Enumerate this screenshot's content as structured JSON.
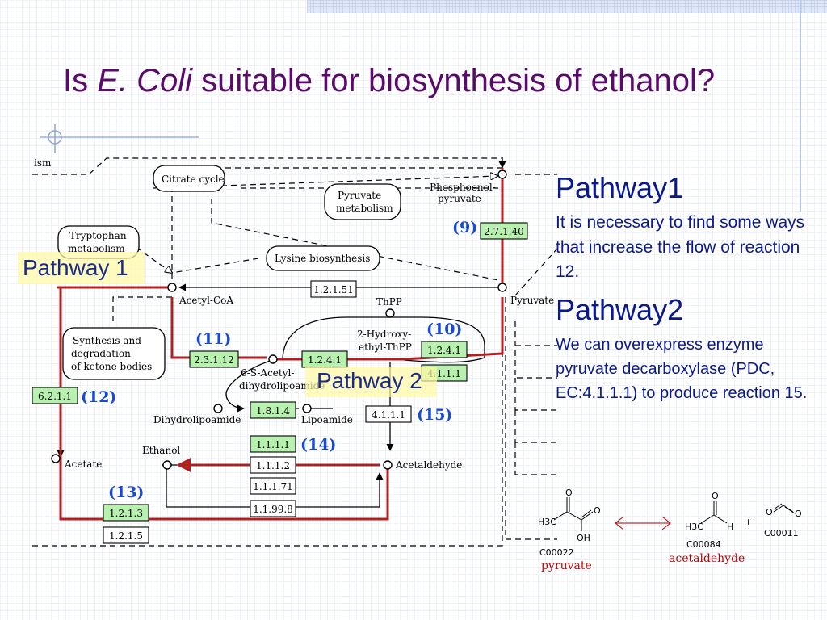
{
  "slide": {
    "title_prefix": "Is ",
    "title_italic": "E. Coli",
    "title_suffix": " suitable for biosynthesis of ethanol?"
  },
  "pathway1_heading": "Pathway1",
  "pathway1_text": "It is necessary to find some ways that increase the flow of reaction 12.",
  "pathway2_heading": "Pathway2",
  "pathway2_text": "We can overexpress enzyme pyruvate decarboxylase (PDC, EC:4.1.1.1) to produce reaction 15.",
  "overlays": {
    "pathway1": "Pathway 1",
    "pathway2": "Pathway 2"
  },
  "diagram": {
    "ism": "ism",
    "citrate_cycle": "Citrate cycle",
    "phosphoenol_1": "Phosphoenol-",
    "phosphoenol_2": "pyruvate",
    "pyruvate_metab_1": "Pyruvate",
    "pyruvate_metab_2": "metabolism",
    "tryptophan_1": "Tryptophan",
    "tryptophan_2": "metabolism",
    "lysine": "Lysine biosynthesis",
    "acetyl_coa": "Acetyl-CoA",
    "pyruvate": "Pyruvate",
    "thpp": "ThPP",
    "hydroxy_1": "2-Hydroxy-",
    "hydroxy_2": "ethyl-ThPP",
    "synthesis_1": "Synthesis and",
    "synthesis_2": "degradation",
    "synthesis_3": "of ketone bodies",
    "acetyl_dihydro_1": "6-S-Acetyl-",
    "acetyl_dihydro_2": "dihydrolipoamide",
    "dihydrolipoamide": "Dihydrolipoamide",
    "lipoamide": "Lipoamide",
    "ethanol": "Ethanol",
    "acetate": "Acetate",
    "acetaldehyde": "Acetaldehyde",
    "ec_2_7_1_40": "2.7.1.40",
    "ec_1_2_1_51": "1.2.1.51",
    "ec_2_3_1_12": "2.3.1.12",
    "ec_1_2_4_1a": "1.2.4.1",
    "ec_1_2_4_1b": "1.2.4.1",
    "ec_4_1_1_1_top": "4.1.1.1",
    "ec_6_2_1_1": "6.2.1.1",
    "ec_1_8_1_4": "1.8.1.4",
    "ec_4_1_1_1": "4.1.1.1",
    "ec_1_1_1_1": "1.1.1.1",
    "ec_1_1_1_2": "1.1.1.2",
    "ec_1_1_1_71": "1.1.1.71",
    "ec_1_1_99_8": "1.1.99.8",
    "ec_1_2_1_3": "1.2.1.3",
    "ec_1_2_1_5": "1.2.1.5",
    "n9": "(9)",
    "n10": "(10)",
    "n11": "(11)",
    "n12": "(12)",
    "n13": "(13)",
    "n14": "(14)",
    "n15": "(15)"
  },
  "chem": {
    "pyr_o": "O",
    "pyr_h3c": "H3C",
    "pyr_o2": "O",
    "pyr_oh": "OH",
    "pyr_code": "C00022",
    "pyr_name": "pyruvate",
    "ald_o": "O",
    "ald_h3c": "H3C",
    "ald_h": "H",
    "ald_code": "C00084",
    "ald_name": "acetaldehyde",
    "plus": "+",
    "co2_o1": "O",
    "co2_o2": "O",
    "co2_code": "C00011"
  },
  "colors": {
    "title": "#5a0a6a",
    "body_text": "#0b1a8a",
    "red_path": "#b02020",
    "enzyme_green": "#b8f0b0",
    "number_blue": "#1a4ad0",
    "highlight": "#fffaa5"
  }
}
